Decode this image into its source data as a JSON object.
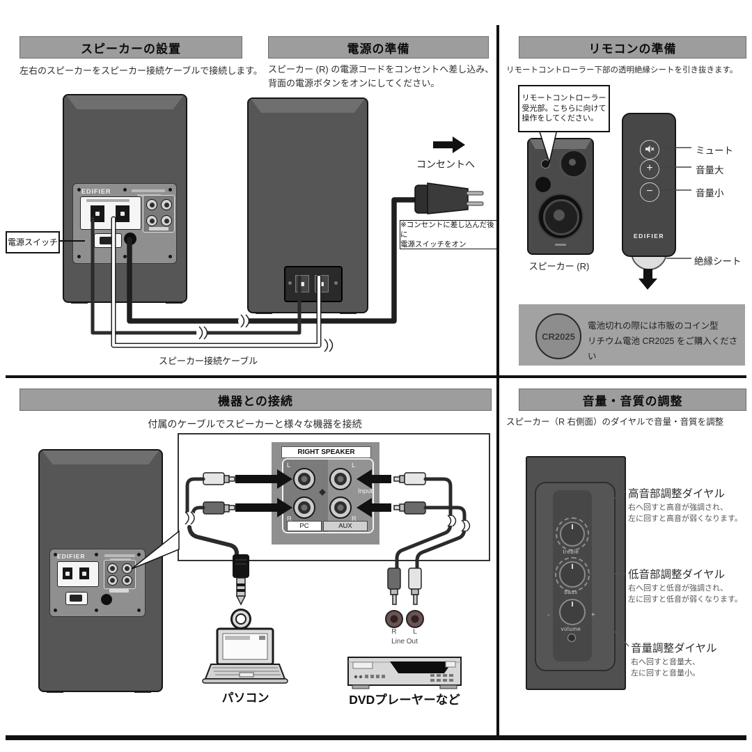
{
  "brand": "EDIFIER",
  "colors": {
    "header_bg": "#9d9d9d",
    "divider": "#111111",
    "battery_box_bg": "#a2a2a2",
    "speaker_body": "#565656"
  },
  "setup": {
    "title": "スピーカーの設置",
    "desc": "左右のスピーカーをスピーカー接続ケーブルで接続します。",
    "switch_callout": "電源スイッチ",
    "cable_label": "スピーカー接続ケーブル"
  },
  "power": {
    "title": "電源の準備",
    "desc": "スピーカー (R) の電源コードをコンセントへ差し込み、\n背面の電源ボタンをオンにしてください。",
    "outlet_label": "コンセントへ",
    "note": "※コンセントに差し込んだ後に\n電源スイッチをオン"
  },
  "remote": {
    "title": "リモコンの準備",
    "desc": "リモートコントローラー下部の透明絶縁シートを引き抜きます。",
    "sensor_callout": "リモートコントローラー\n受光部。こちらに向けて\n操作をしてください。",
    "speaker_label": "スピーカー (R)",
    "buttons": [
      {
        "label": "ミュート"
      },
      {
        "glyph": "+",
        "label": "音量大"
      },
      {
        "glyph": "−",
        "label": "音量小"
      }
    ],
    "sheet_label": "絶縁シート",
    "battery": {
      "model": "CR2025",
      "note": "電池切れの際には市販のコイン型\nリチウム電池 CR2025 をご購入ください"
    }
  },
  "devices": {
    "title": "機器との接続",
    "desc": "付属のケーブルでスピーカーと様々な機器を接続",
    "panel": {
      "title": "RIGHT SPEAKER",
      "l": "L",
      "r": "R",
      "pc": "PC",
      "aux": "AUX",
      "input": "Input"
    },
    "pc_label": "パソコン",
    "dvd_label": "DVDプレーヤーなど",
    "lineout": {
      "label": "Line Out",
      "r": "R",
      "l": "L"
    }
  },
  "adjust": {
    "title": "音量・音質の調整",
    "desc": "スピーカー（R 右側面）のダイヤルで音量・音質を調整",
    "knob_labels": {
      "treble": "treble",
      "bass": "bass",
      "volume": "volume",
      "minus": "-",
      "plus": "+"
    },
    "dials": [
      {
        "title": "高音部調整ダイヤル",
        "desc": "右へ回すと高音が強調され、\n左に回すと高音が弱くなります。"
      },
      {
        "title": "低音部調整ダイヤル",
        "desc": "右へ回すと低音が強調され、\n左に回すと低音が弱くなります。"
      },
      {
        "title": "音量調整ダイヤル",
        "desc": "右へ回すと音量大、\n左に回すと音量小。"
      }
    ]
  }
}
